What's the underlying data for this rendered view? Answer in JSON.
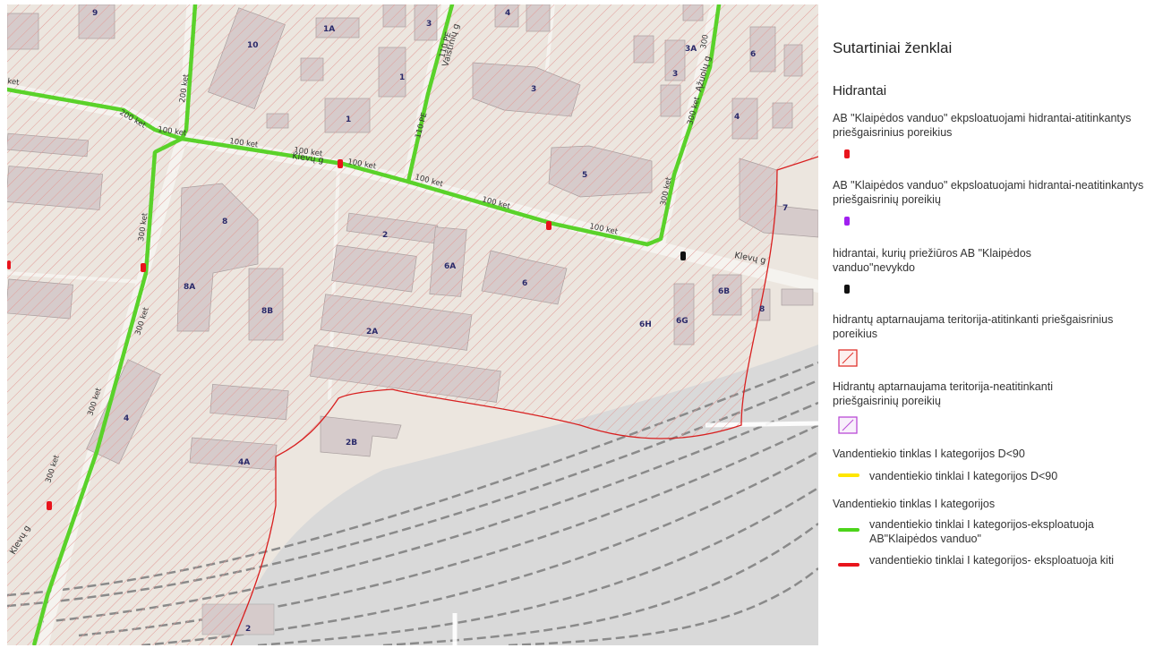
{
  "legend": {
    "title": "Sutartiniai ženklai",
    "section_hydrants": "Hidrantai",
    "items": [
      {
        "text": "AB \"Klaipėdos vanduo\" ekpsloatuojami hidrantai-atitinkantys priešgaisrinius poreikius",
        "color": "#e8141c",
        "icon": "hydrant-icon"
      },
      {
        "text": "AB \"Klaipėdos vanduo\" ekpsloatuojami hidrantai-neatitinkantys priešgaisrinių poreikių",
        "color": "#a020f0",
        "icon": "hydrant-icon"
      },
      {
        "text": "hidrantai, kurių priežiūros AB \"Klaipėdos vanduo\"nevykdo",
        "color": "#111111",
        "icon": "hydrant-icon"
      },
      {
        "text": "hidrantų aptarnaujama teritorija-atitinkanti priešgaisrinius poreikius",
        "color": "#e0332c",
        "icon": "hatched-area-icon"
      },
      {
        "text": "Hidrantų aptarnaujama teritorija-neatitinkanti priešgaisrinių poreikių",
        "color": "#b94bd6",
        "icon": "hatched-area-icon"
      }
    ],
    "network_d90": {
      "heading": "Vandentiekio tinklas I kategorijos D<90",
      "line_label": "vandentiekio tinklai I kategorijos D<90",
      "color": "#ffe600"
    },
    "network": {
      "heading": "Vandentiekio tinklas I kategorijos",
      "lines": [
        {
          "label": "vandentiekio tinklai I kategorijos-eksploatuoja AB\"Klaipėdos vanduo\"",
          "color": "#4cd41a"
        },
        {
          "label": "vandentiekio tinklai I kategorijos- eksploatuoja kiti",
          "color": "#e8141c"
        }
      ]
    }
  },
  "map": {
    "colors": {
      "land": "#ece6df",
      "building": "#d6cbcb",
      "pipe": "#5ad22a",
      "boundary": "#d82020",
      "rail": "#9a9a9a"
    },
    "streets": [
      {
        "name": "Klevų g",
        "key": "s1"
      },
      {
        "name": "Klevų g",
        "key": "s2"
      },
      {
        "name": "Klevų g",
        "key": "s3"
      },
      {
        "name": "Vaistinių g",
        "key": "s4"
      },
      {
        "name": "Ąžuolų g",
        "key": "s5"
      }
    ],
    "buildings": [
      "9",
      "10",
      "1A",
      "3",
      "4",
      "3A",
      "6",
      "1",
      "1",
      "3",
      "4",
      "5",
      "7",
      "8",
      "2",
      "6A",
      "6",
      "6B",
      "8",
      "8A",
      "8B",
      "2A",
      "6H",
      "6G",
      "4",
      "2B",
      "4A",
      "2"
    ],
    "pipe_labels": [
      "200 ket",
      "200 ket",
      "100 ket",
      "100 ket",
      "100 ket",
      "100 ket",
      "100 ket",
      "100 ket",
      "100 ket",
      "110 PE",
      "110 PE",
      "300 ket",
      "300 ket",
      "300 ket",
      "300 ket",
      "300 ket",
      "300 ket",
      "300 ket"
    ]
  }
}
